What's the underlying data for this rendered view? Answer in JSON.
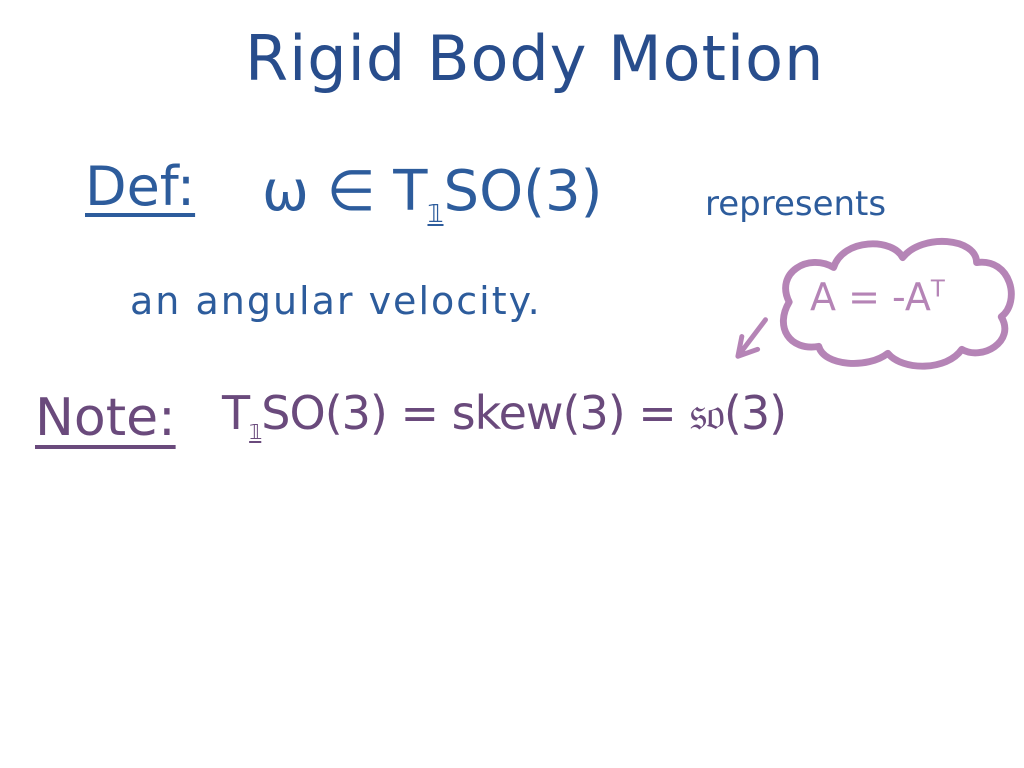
{
  "title": "Rigid Body Motion",
  "definition": {
    "label": "Def:",
    "formula_omega": "ω ∈ T",
    "formula_subscript": "𝟙",
    "formula_group": "SO(3)",
    "text_1": "represents",
    "text_2": "an angular velocity."
  },
  "note": {
    "label": "Note:",
    "formula_T": "T",
    "formula_subscript": "𝟙",
    "formula_rest": "SO(3) = skew(3) = 𝔰𝔬(3)"
  },
  "thought_bubble": {
    "text": "A = -A",
    "superscript": "T"
  },
  "colors": {
    "title": "#284d8c",
    "definition": "#2d5c9c",
    "note": "#6a4a7c",
    "bubble": "#b584b6"
  }
}
